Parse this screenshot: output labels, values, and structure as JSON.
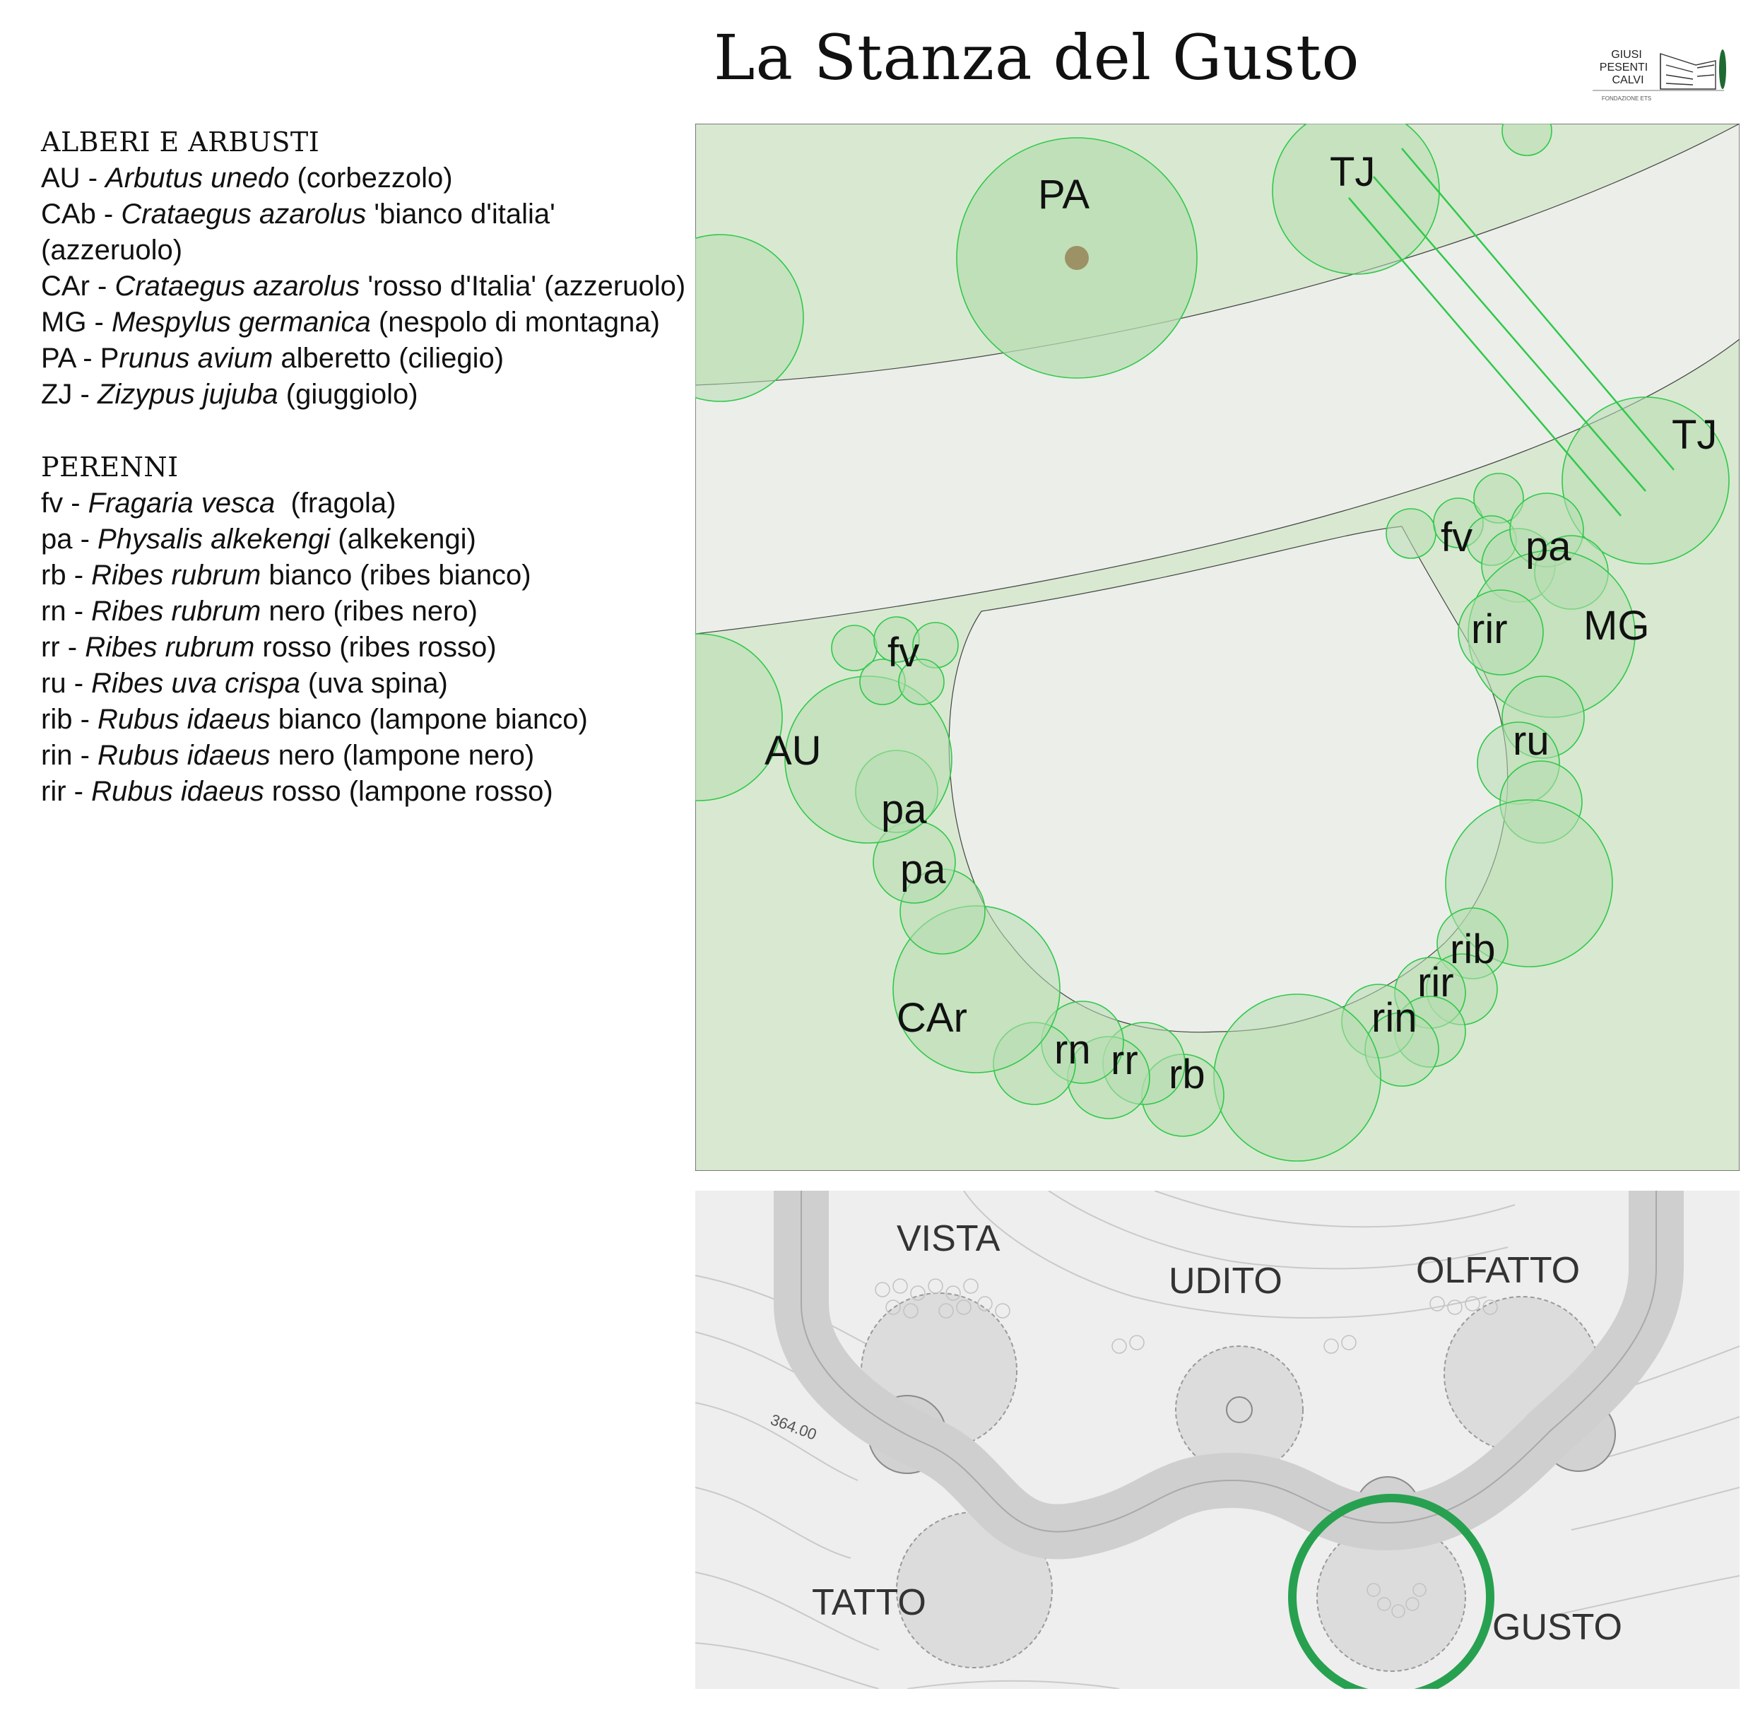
{
  "title": "La Stanza del Gusto",
  "logo": {
    "line1": "GIUSI",
    "line2": "PESENTI",
    "line3": "CALVI",
    "line4": "FONDAZIONE ETS"
  },
  "legend": {
    "trees": {
      "heading": "ALBERI E ARBUSTI",
      "items": [
        {
          "code": "AU",
          "sep": " - ",
          "latin": "Arbutus unedo",
          "tail": " (corbezzolo)"
        },
        {
          "code": "CAb",
          "sep": " - ",
          "latin": "Crataegus azarolus",
          "tail": " 'bianco d'italia' (azzeruolo)"
        },
        {
          "code": "CAr",
          "sep": " - ",
          "latin": "Crataegus azarolus",
          "tail": " 'rosso d'Italia' (azzeruolo)"
        },
        {
          "code": "MG",
          "sep": " - ",
          "latin": "Mespylus germanica",
          "tail": " (nespolo di montagna)"
        },
        {
          "code": "PA",
          "sep": " - P",
          "latin": "runus avium",
          "tail": " alberetto (ciliegio)"
        },
        {
          "code": "ZJ",
          "sep": " - ",
          "latin": "Zizypus jujuba",
          "tail": " (giuggiolo)"
        }
      ]
    },
    "perennials": {
      "heading": "PERENNI",
      "items": [
        {
          "code": "fv",
          "sep": " - ",
          "latin": "Fragaria vesca",
          "tail": "  (fragola)"
        },
        {
          "code": "pa",
          "sep": " - ",
          "latin": "Physalis alkekengi",
          "tail": " (alkekengi)"
        },
        {
          "code": "rb",
          "sep": " - ",
          "latin": "Ribes rubrum",
          "tail": " bianco (ribes bianco)"
        },
        {
          "code": "rn",
          "sep": " - ",
          "latin": "Ribes rubrum",
          "tail": " nero (ribes nero)"
        },
        {
          "code": "rr",
          "sep": " - ",
          "latin": "Ribes rubrum",
          "tail": " rosso (ribes rosso)"
        },
        {
          "code": "ru",
          "sep": " - ",
          "latin": "Ribes uva crispa",
          "tail": " (uva spina)"
        },
        {
          "code": "rib",
          "sep": " - ",
          "latin": "Rubus idaeus",
          "tail": " bianco (lampone bianco)"
        },
        {
          "code": "rin",
          "sep": " - ",
          "latin": "Rubus idaeus",
          "tail": " nero (lampone nero)"
        },
        {
          "code": "rir",
          "sep": " - ",
          "latin": "Rubus idaeus",
          "tail": " rosso (lampone rosso)"
        }
      ]
    }
  },
  "plan": {
    "labels": {
      "pa_tree": "PA",
      "tj_top": "TJ",
      "tj_right": "TJ",
      "fv_right": "fv",
      "pa_right": "pa",
      "rir_right": "rir",
      "mg": "MG",
      "fv_left": "fv",
      "au": "AU",
      "pa_left1": "pa",
      "pa_left2": "pa",
      "ru": "ru",
      "rib": "rib",
      "rir_bottom": "rir",
      "rin": "rin",
      "car": "CAr",
      "rn": "rn",
      "rr": "rr",
      "rb": "rb"
    }
  },
  "context_map": {
    "labels": {
      "vista": "VISTA",
      "udito": "UDITO",
      "olfatto": "OLFATTO",
      "tatto": "TATTO",
      "gusto": "GUSTO",
      "elevation": "364.00"
    }
  },
  "colors": {
    "bed": "#d9e9d1",
    "path": "#eceeea",
    "plant_fill": "#b7dcb0",
    "plant_stroke": "#2fc94a",
    "highlight_ring": "#27a150",
    "trunk": "#9d9166"
  }
}
